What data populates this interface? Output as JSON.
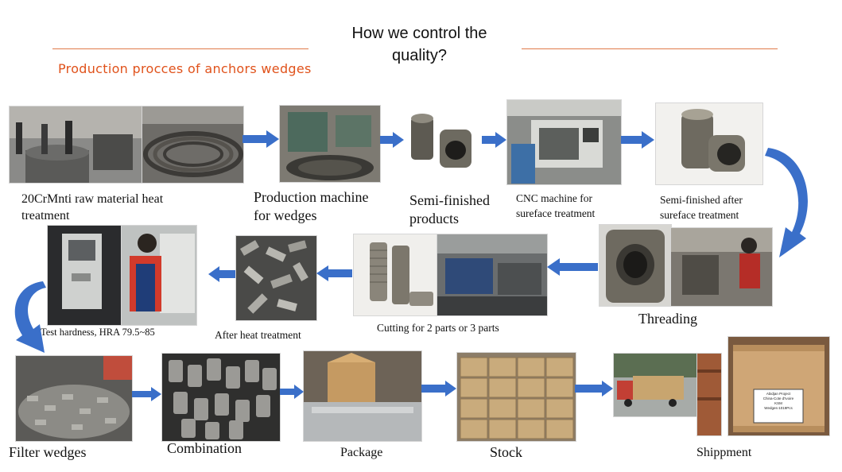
{
  "header": {
    "title": "How we control the\nquality?",
    "subtitle": "Production procces of anchors wedges"
  },
  "accent_color": "#e0521b",
  "arrow_color": "#3a6fc9",
  "steps": {
    "raw_material": "20CrMnti raw material heat\ntreatment",
    "production_machine": "Production machine\nfor wedges",
    "semi_finished": "Semi-finished\nproducts",
    "cnc_machine": "CNC machine for\nsureface treatment",
    "semi_finished_after": "Semi-finished after\nsureface treatment",
    "threading": "Threading",
    "cutting": "Cutting for 2 parts or 3 parts",
    "after_heat": "After heat treatment",
    "test_hardness": "Test hardness, HRA 79.5~85",
    "filter": "Filter wedges",
    "combination": "Combination",
    "package": "Package",
    "stock": "Stock",
    "shippment": "Shippment"
  },
  "crate_label": "Abidjan Project\nChina-Cote d'Ivoire\nKSM\nWedges-1019Pcs",
  "icons": {
    "flow_arrow": "right-arrow-icon",
    "flow_arrow_left": "left-arrow-icon",
    "curved_arrow": "curved-arrow-icon"
  }
}
